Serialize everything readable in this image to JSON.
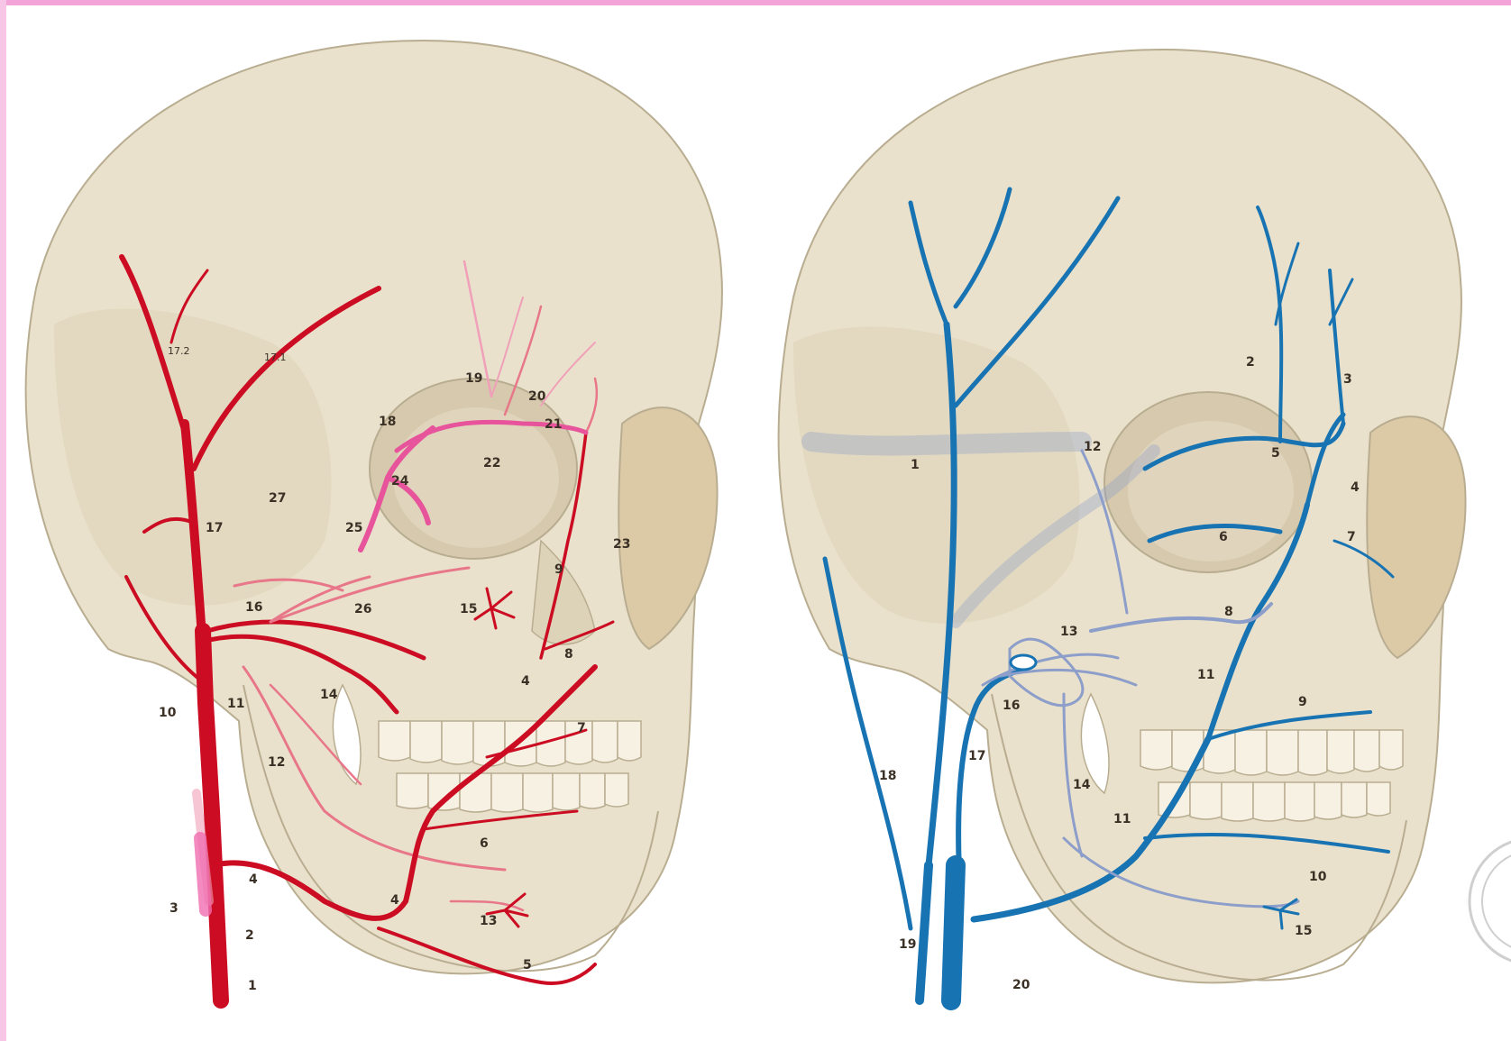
{
  "colors": {
    "bone": "#e9e1cb",
    "bone_shadow": "#d9cfb4",
    "bone_outline": "#b9ad91",
    "orbit": "#d8cbb0",
    "artery": "#cc0c22",
    "artery_light": "#e8778a",
    "artery_pink": "#e7549b",
    "vein": "#1873b3",
    "vein_light": "#8c9ec9",
    "frame": "#f4a3d8"
  },
  "icons": {
    "watermark": "seal-watermark-icon"
  },
  "left_panel": {
    "labels": {
      "l1": "1",
      "l2": "2",
      "l3": "3",
      "l4a": "4",
      "l4b": "4",
      "l4c": "4",
      "l5": "5",
      "l6": "6",
      "l7": "7",
      "l8": "8",
      "l9": "9",
      "l10": "10",
      "l11": "11",
      "l12": "12",
      "l13": "13",
      "l14": "14",
      "l15": "15",
      "l16": "16",
      "l17": "17",
      "l17a": "17.2",
      "l17b": "17.1",
      "l18": "18",
      "l19": "19",
      "l20": "20",
      "l21": "21",
      "l22": "22",
      "l23": "23",
      "l24": "24",
      "l25": "25",
      "l26": "26",
      "l27": "27"
    }
  },
  "right_panel": {
    "labels": {
      "r1": "1",
      "r2": "2",
      "r3": "3",
      "r4": "4",
      "r5": "5",
      "r6": "6",
      "r7": "7",
      "r8": "8",
      "r9": "9",
      "r10": "10",
      "r11a": "11",
      "r11b": "11",
      "r12": "12",
      "r13": "13",
      "r14": "14",
      "r15": "15",
      "r16": "16",
      "r17": "17",
      "r18": "18",
      "r19": "19",
      "r20": "20"
    }
  }
}
